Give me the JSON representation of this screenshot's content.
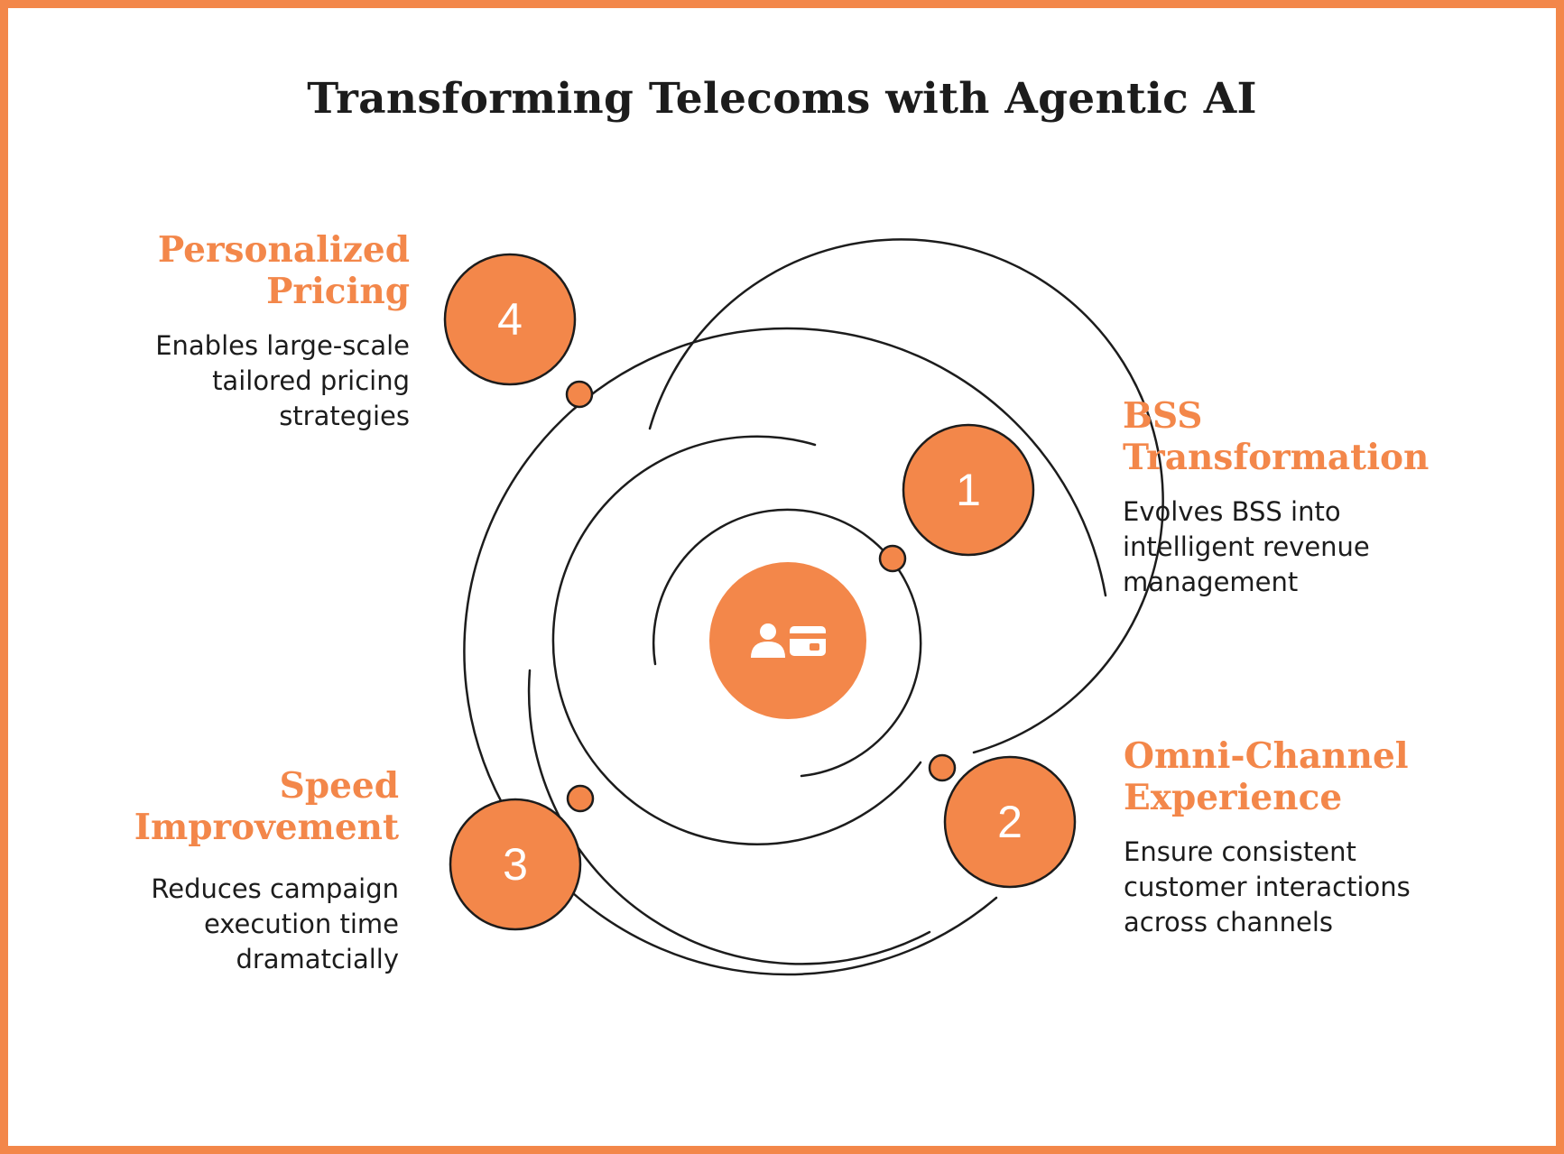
{
  "title": "Transforming Telecoms with Agentic AI",
  "colors": {
    "accent": "#f3874a",
    "ring": "#1c1c1c",
    "text": "#1c1c1c",
    "background": "#ffffff"
  },
  "center": {
    "icon": "user-id-card-icon"
  },
  "items": [
    {
      "number": "1",
      "heading_lines": [
        "BSS",
        "Transformation"
      ],
      "desc_lines": [
        "Evolves BSS into",
        "intelligent revenue",
        "management"
      ]
    },
    {
      "number": "2",
      "heading_lines": [
        "Omni-Channel",
        "Experience"
      ],
      "desc_lines": [
        "Ensure consistent",
        "customer interactions",
        "across channels"
      ]
    },
    {
      "number": "3",
      "heading_lines": [
        "Speed",
        "Improvement"
      ],
      "desc_lines": [
        "Reduces campaign",
        "execution time",
        "dramatcially"
      ]
    },
    {
      "number": "4",
      "heading_lines": [
        "Personalized",
        "Pricing"
      ],
      "desc_lines": [
        "Enables large-scale",
        "tailored pricing",
        "strategies"
      ]
    }
  ]
}
